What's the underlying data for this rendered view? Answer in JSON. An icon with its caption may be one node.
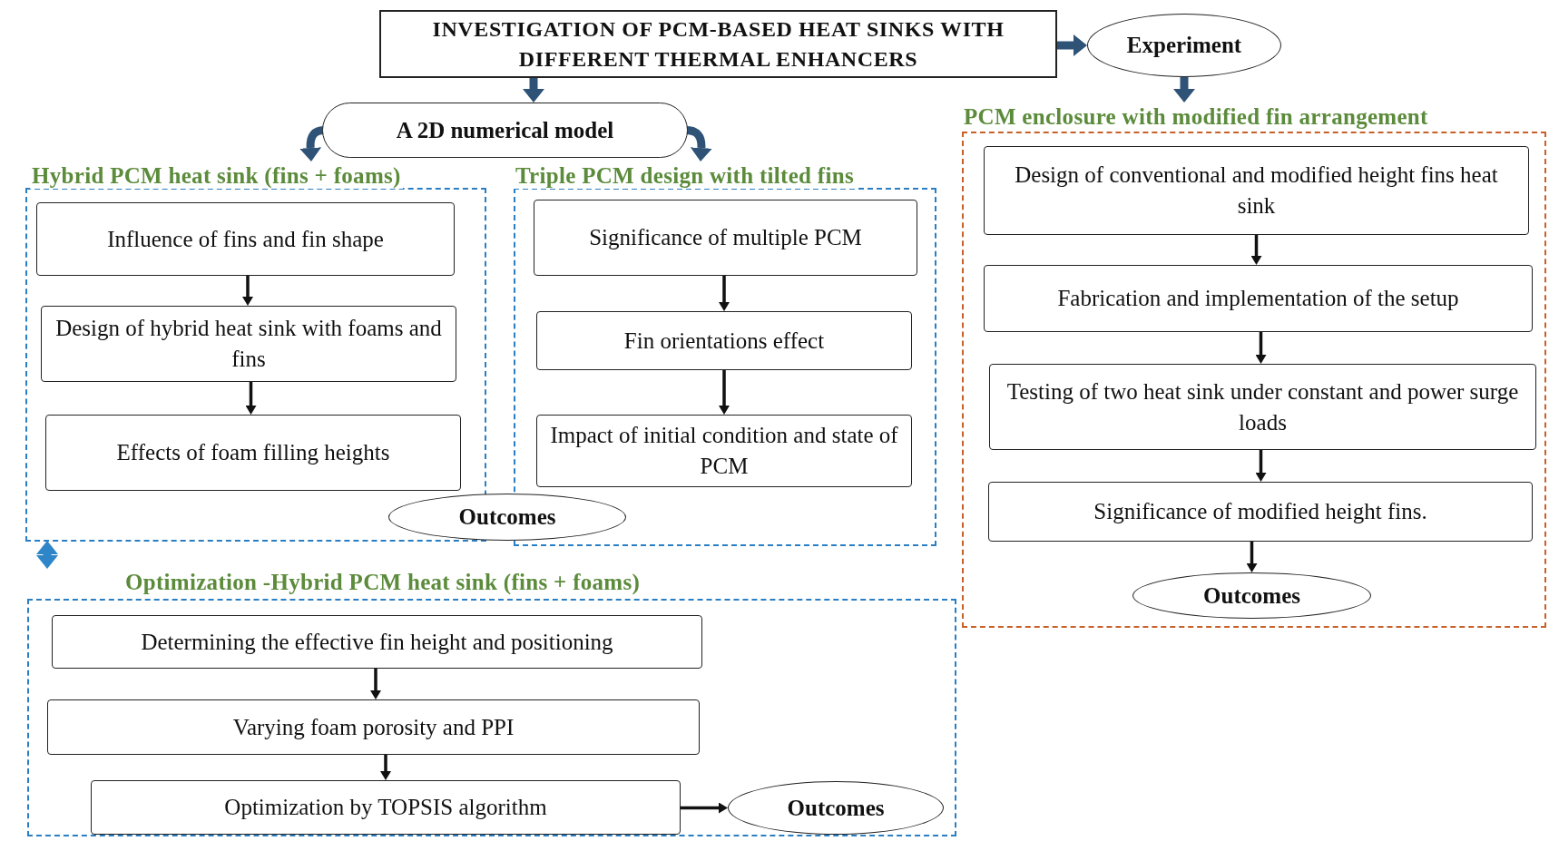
{
  "diagram": {
    "nodes": [
      {
        "text": [
          "INVESTIGATION OF PCM-BASED HEAT SINKS WITH DIFFERENT THERMAL ENHANCERS"
        ]
      },
      {
        "text": [
          "Experiment"
        ]
      },
      {
        "text": [
          "A 2D numerical model"
        ]
      },
      {
        "text": [
          "Hybrid PCM heat sink (fins + foams)"
        ]
      },
      {
        "text": [
          "Influence of fins and fin shape"
        ],
        "in": 3
      },
      {
        "text": [
          "Design of hybrid heat sink with foams and fins"
        ],
        "in": 3
      },
      {
        "text": [
          "Effects of foam filling heights"
        ],
        "in": 3
      },
      {
        "text": [
          "Triple PCM design with tilted fins"
        ]
      },
      {
        "text": [
          "Significance of multiple PCM"
        ],
        "in": 7
      },
      {
        "text": [
          "Fin orientations effect"
        ],
        "in": 7
      },
      {
        "text": [
          "Impact of initial condition and state of PCM"
        ],
        "in": 7
      },
      {
        "text": [
          "Outcomes"
        ]
      },
      {
        "text": [
          "PCM enclosure with modified fin arrangement"
        ]
      },
      {
        "text": [
          "Design of conventional and modified height fins heat sink"
        ],
        "in": 12
      },
      {
        "text": [
          "Fabrication and implementation of the setup"
        ],
        "in": 12
      },
      {
        "text": [
          "Testing of two heat sink under constant and power surge loads"
        ],
        "in": 12
      },
      {
        "text": [
          "Significance of modified height fins."
        ],
        "in": 12
      },
      {
        "text": [
          "Outcomes"
        ],
        "in": 12
      },
      {
        "text": [
          "Optimization -Hybrid PCM heat sink (fins + foams)"
        ]
      },
      {
        "text": [
          "Determining the effective fin height and positioning"
        ],
        "in": 18
      },
      {
        "text": [
          "Varying foam porosity and PPI"
        ],
        "in": 18
      },
      {
        "text": [
          "Optimization by TOPSIS algorithm"
        ],
        "in": 18
      },
      {
        "text": [
          "Outcomes"
        ],
        "in": 18
      }
    ],
    "edges": [
      {
        "from": 0,
        "to": 1,
        "arrow": "to",
        "style": "thick",
        "color": "#2f5277"
      },
      {
        "from": 0,
        "to": 2,
        "arrow": "to",
        "style": "thick",
        "color": "#2f5277"
      },
      {
        "from": 1,
        "to": 12,
        "arrow": "to",
        "style": "thick",
        "color": "#2f5277"
      },
      {
        "from": 2,
        "to": 3,
        "arrow": "to",
        "style": "thick",
        "color": "#2f5277"
      },
      {
        "from": 2,
        "to": 7,
        "arrow": "to",
        "style": "thick",
        "color": "#2f5277"
      },
      {
        "from": 4,
        "to": 5,
        "arrow": "to"
      },
      {
        "from": 5,
        "to": 6,
        "arrow": "to"
      },
      {
        "from": 8,
        "to": 9,
        "arrow": "to"
      },
      {
        "from": 9,
        "to": 10,
        "arrow": "to"
      },
      {
        "from": 13,
        "to": 14,
        "arrow": "to"
      },
      {
        "from": 14,
        "to": 15,
        "arrow": "to"
      },
      {
        "from": 15,
        "to": 16,
        "arrow": "to"
      },
      {
        "from": 16,
        "to": 17,
        "arrow": "to"
      },
      {
        "from": 19,
        "to": 20,
        "arrow": "to"
      },
      {
        "from": 20,
        "to": 21,
        "arrow": "to"
      },
      {
        "from": 21,
        "to": 22,
        "arrow": "to"
      },
      {
        "from": 3,
        "to": 18,
        "arrow": "both",
        "style": "thick",
        "color": "#2e86c8"
      }
    ]
  }
}
